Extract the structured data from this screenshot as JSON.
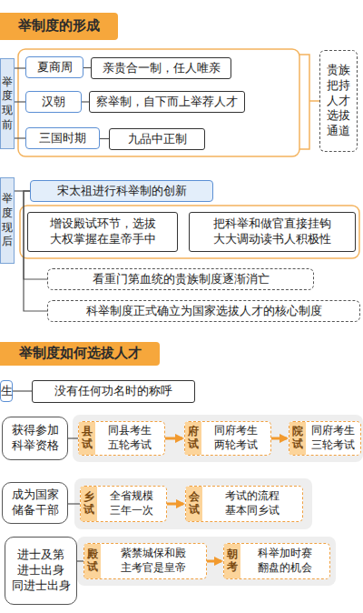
{
  "diagram": {
    "nodes": [
      {
        "text": [
          "举制度的形成"
        ]
      },
      {
        "text": [
          "举 度 现 前"
        ]
      },
      {
        "text": [
          "夏商周"
        ]
      },
      {
        "text": [
          "亲贵合一制，任人唯亲"
        ]
      },
      {
        "text": [
          "汉朝"
        ]
      },
      {
        "text": [
          "察举制，自下而上举荐人才"
        ]
      },
      {
        "text": [
          "三国时期"
        ]
      },
      {
        "text": [
          "九品中正制"
        ]
      },
      {
        "text": [
          "贵族 把持 人才 选拔 通道"
        ]
      },
      {
        "text": [
          "举 度 现 后"
        ]
      },
      {
        "text": [
          "宋太祖进行科举制的创新"
        ]
      },
      {
        "text": [
          "增设殿试环节，选拔 大权掌握在皇帝手中"
        ]
      },
      {
        "text": [
          "把科举和做官直接挂钩 大大调动读书人积极性"
        ]
      },
      {
        "text": [
          "看重门第血统的贵族制度逐渐消亡"
        ]
      },
      {
        "text": [
          "科举制度正式确立为国家选拔人才的核心制度"
        ]
      },
      {
        "text": [
          "举制度如何选拔人才"
        ]
      },
      {
        "text": [
          "生"
        ]
      },
      {
        "text": [
          "没有任何功名时的称呼"
        ]
      },
      {
        "text": [
          "获得参加 科举资格"
        ]
      },
      {
        "text": [
          "县试",
          "同县考生 五轮考试"
        ]
      },
      {
        "text": [
          "府试",
          "同府考生 两轮考试"
        ]
      },
      {
        "text": [
          "院试",
          "同府考生 三轮考试"
        ]
      },
      {
        "text": [
          "成为国家 储备干部"
        ]
      },
      {
        "text": [
          "乡试",
          "全省规模 三年一次"
        ]
      },
      {
        "text": [
          "会试",
          "考试的流程 基本同乡试"
        ]
      },
      {
        "text": [
          "进士及第 进士出身 同进士出身"
        ]
      },
      {
        "text": [
          "殿试",
          "紫禁城保和殿 主考官是皇帝"
        ]
      },
      {
        "text": [
          "朝考",
          "科举加时赛 翻盘的机会"
        ]
      }
    ],
    "edges": [
      {
        "from": 1,
        "to": 2,
        "arrow": "none"
      },
      {
        "from": 1,
        "to": 4,
        "arrow": "none"
      },
      {
        "from": 1,
        "to": 6,
        "arrow": "none"
      },
      {
        "from": 2,
        "to": 3,
        "arrow": "none"
      },
      {
        "from": 4,
        "to": 5,
        "arrow": "none"
      },
      {
        "from": 6,
        "to": 7,
        "arrow": "none"
      },
      {
        "from": 9,
        "to": 10,
        "arrow": "none"
      },
      {
        "from": 10,
        "to": 13,
        "arrow": "none"
      },
      {
        "from": 10,
        "to": 14,
        "arrow": "none"
      },
      {
        "from": 16,
        "to": 17,
        "arrow": "none"
      },
      {
        "from": 18,
        "to": 19,
        "arrow": "none"
      },
      {
        "from": 19,
        "to": 20,
        "arrow": "to"
      },
      {
        "from": 20,
        "to": 21,
        "arrow": "to"
      },
      {
        "from": 22,
        "to": 23,
        "arrow": "none"
      },
      {
        "from": 23,
        "to": 24,
        "arrow": "to"
      },
      {
        "from": 25,
        "to": 26,
        "arrow": "none"
      },
      {
        "from": 26,
        "to": 27,
        "arrow": "to"
      }
    ]
  }
}
